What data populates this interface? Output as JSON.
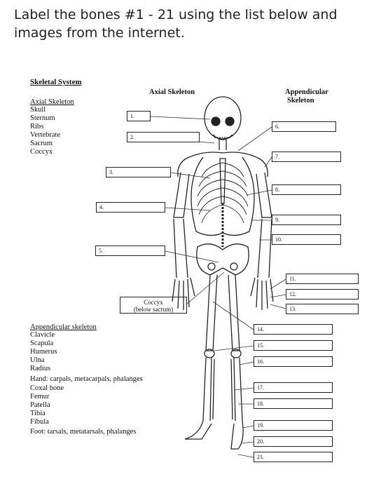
{
  "question": "Label the bones #1 - 21 using the list below and images from the internet.",
  "worksheet": {
    "title": "Skeletal System",
    "axial_heading": "Axial Skeleton",
    "appendicular_heading": [
      "Appendicular",
      "Skeleton"
    ],
    "axial_list_title": "Axial Skeleton",
    "axial_list": [
      "Skull",
      "Sternum",
      "Ribs",
      "Vertebrate",
      "Sacrum",
      "Coccyx"
    ],
    "appendicular_list_title": "Appendicular skeleton",
    "appendicular_list": [
      "Clavicle",
      "Scapula",
      "Humerus",
      "Ulna",
      "Radius",
      "Hand: carpals, metacarpals, phalanges",
      "Coxal bone",
      "Femur",
      "Patella",
      "Tibia",
      "Fibula",
      "Foot: tarsals, metatarsals, phalanges"
    ],
    "coccyx_label": [
      "Coccyx",
      "(below sacrum)"
    ],
    "box_numbers": [
      "1.",
      "2.",
      "3.",
      "4.",
      "5.",
      "6.",
      "7.",
      "8.",
      "9.",
      "10.",
      "11.",
      "12.",
      "13.",
      "14.",
      "15.",
      "16.",
      "17.",
      "18.",
      "19.",
      "20.",
      "21."
    ]
  }
}
